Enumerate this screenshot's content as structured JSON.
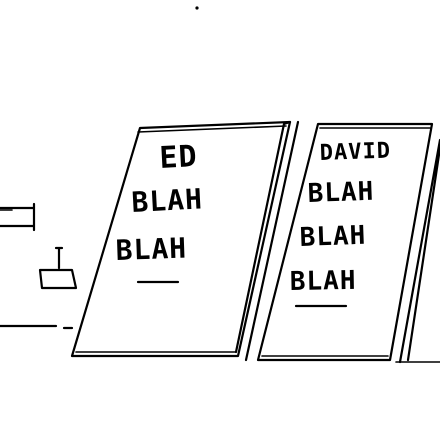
{
  "cards": [
    {
      "lines": [
        "ED",
        "BLAH",
        "BLAH"
      ]
    },
    {
      "lines": [
        "DAVID",
        "BLAH",
        "BLAH",
        "BLAH"
      ]
    }
  ]
}
